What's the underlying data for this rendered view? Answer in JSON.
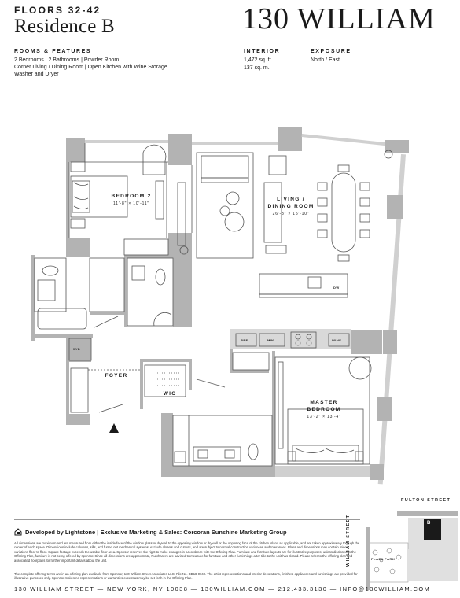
{
  "header": {
    "floors": "FLOORS 32-42",
    "residence": "Residence B",
    "brand": "130 WILLIAM"
  },
  "rooms_features": {
    "title": "ROOMS & FEATURES",
    "lines": [
      "2 Bedrooms  |  2 Bathrooms  |  Powder Room",
      "Corner Living / Dining Room  |  Open Kitchen with Wine Storage",
      "Washer and Dryer"
    ]
  },
  "interior": {
    "title": "INTERIOR",
    "sqft": "1,472 sq. ft.",
    "sqm": "137 sq. m."
  },
  "exposure": {
    "title": "EXPOSURE",
    "value": "North / East"
  },
  "rooms": {
    "bedroom2": {
      "name": "BEDROOM 2",
      "dims": "11'-8\" × 10'-11\""
    },
    "living": {
      "name_line1": "LIVING /",
      "name_line2": "DINING ROOM",
      "dims": "26'-3\" × 15'-10\""
    },
    "master": {
      "name_line1": "MASTER",
      "name_line2": "BEDROOM",
      "dims": "13'-2\" × 13'-4\""
    },
    "foyer": "FOYER",
    "wic": "WIC",
    "wd": "W/D",
    "dw": "DW",
    "ref": "REF",
    "mw": "MW",
    "wine": "WINE"
  },
  "keymap": {
    "street_top": "FULTON STREET",
    "street_side": "WILLIAM STREET",
    "plaza": "PLAZA PARK",
    "unit": "B"
  },
  "footer": {
    "developer": "Developed by Lightstone  |  Exclusive Marketing & Sales: Corcoran Sunshine Marketing Group",
    "disclaimer1": "All dimensions are maximum and are measured from either the inside face of the window glass or drywall to the opposing window or drywall or the opposing face of the kitchen island as applicable, and are taken approximately through the center of each space. Dimensions include columns, sills, and furred out mechanical systems, exclude closets and cutouts, and are subject to normal construction variances and tolerances. Plans and dimensions may contain minor variations floor to floor. Square footage exceeds the usable floor area. Sponsor reserves the right to make changes in accordance with the Offering Plan. Furniture and furniture layouts are for illustrative purposes; unless disclosed in the Offering Plan, furniture is not being offered by sponsor. Since all dimensions are approximate, Purchasers are advised to measure for furniture and other furnishings after title to the unit has closed. Please refer to the offering plan and associated floorplans for further important details about the unit.",
    "disclaimer2": "The complete offering terms are in an offering plan available from Sponsor, 130 William Street Associates LLC. File No. CD18-0040. The artist representations and interior decorations, finishes, appliances and furnishings are provided for illustrative purposes only. Sponsor makes no representations or warranties except as may be set forth in the Offering Plan.",
    "address": "130 WILLIAM STREET — NEW YORK, NY 10038 — 130WILLIAM.COM — 212.433.3130 — INFO@130WILLIAM.COM"
  },
  "colors": {
    "wall": "#b3b3b3",
    "ink": "#1a1a1a",
    "line": "#555555"
  }
}
